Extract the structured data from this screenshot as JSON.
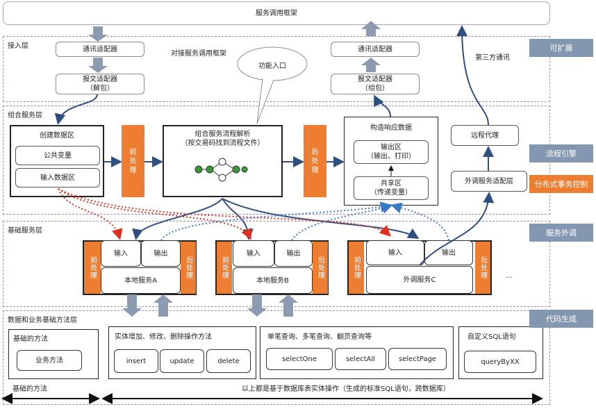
{
  "framework_title": "服务调用框架",
  "layers": {
    "access": "接入层",
    "composite": "组合服务层",
    "basic": "基础服务层",
    "data": "数据和业务基础方法层"
  },
  "access": {
    "comm_adapter_left": "通讯适配器",
    "msg_adapter_left": "报文适配器\n（解包）",
    "hint": "对接服务调用框架",
    "bubble": "功能入口",
    "comm_adapter_right": "通讯适配器",
    "msg_adapter_right": "报文适配器\n（组包）",
    "third_party": "第三方通讯"
  },
  "composite": {
    "create_data_title": "创建数据区",
    "public_vars": "公共变量",
    "input_data": "输入数据区",
    "pre": "前\n处\n理",
    "flow_title": "组合服务流程解析\n（按交易码找到流程文件）",
    "post": "后\n处\n理",
    "response_title": "构造响应数据",
    "output_area": "输出区\n（输出、打印）",
    "shared_area": "共享区\n（传递变量）",
    "remote_proxy": "远程代理",
    "outsource_adapter": "外调服务适配层"
  },
  "basic": {
    "a_pre": "前处理",
    "a_in": "输入",
    "a_out": "输出",
    "a_post": "后处理",
    "a_name": "本地服务A",
    "b_pre": "前处理",
    "b_in": "输入",
    "b_out": "输出",
    "b_post": "后处理",
    "b_name": "本地服务B",
    "c_pre": "前处理",
    "c_in": "输入",
    "c_out": "输出",
    "c_post": "后处理",
    "c_name": "外调服务C",
    "ellipsis": "..."
  },
  "data": {
    "basic_method_title": "基础的方法",
    "business_method": "业务方法",
    "crud_title": "实体增加、修改、删除操作方法",
    "insert": "insert",
    "update": "update",
    "delete": "delete",
    "query_title": "单笔查询、多笔查询、翻页查询等",
    "select_one": "selectOne",
    "select_all": "selectAll",
    "select_page": "selectPage",
    "custom_sql_title": "自定义SQL语句",
    "query_by_xx": "queryByXX",
    "bottom_left": "基础的方法",
    "bottom_right": "以上都是基于数据库表实体操作（生成的标准SQL语句，跨数据库）"
  },
  "side_tags": {
    "extensible": "可扩展",
    "flow_engine": "流程引擎",
    "distributed_tx": "分布式事务控制",
    "external_call": "服务外调",
    "code_gen": "代码生成"
  },
  "colors": {
    "orange": "#ed7d31",
    "tag_blue": "#8497b0",
    "arrow_navy": "#2f4f7f",
    "red_dotted": "#e03020",
    "blue_dotted": "#3a78c8",
    "grey_arrow": "#8c9bb0"
  }
}
